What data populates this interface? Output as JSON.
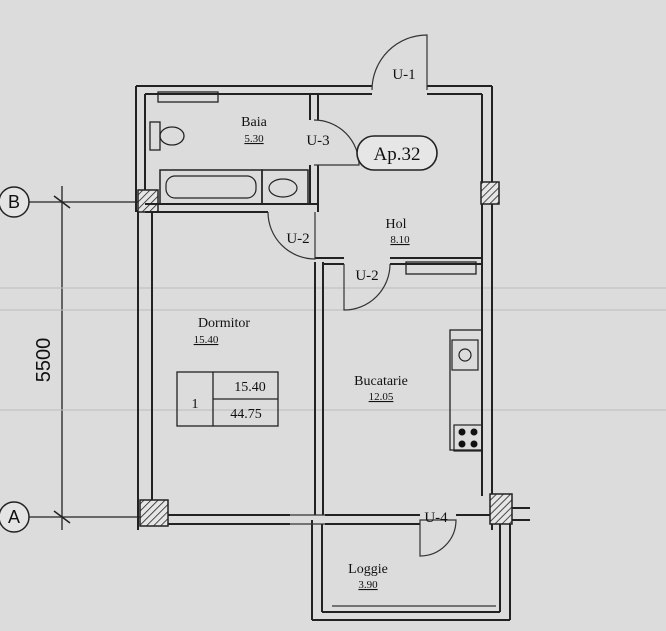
{
  "apartment": {
    "label": "Ap.32"
  },
  "rooms": {
    "baia": {
      "name": "Baia",
      "area": "5.30"
    },
    "hol": {
      "name": "Hol",
      "area": "8.10"
    },
    "dormitor": {
      "name": "Dormitor",
      "area": "15.40"
    },
    "bucatarie": {
      "name": "Bucatarie",
      "area": "12.05"
    },
    "loggie": {
      "name": "Loggie",
      "area": "3.90"
    }
  },
  "doors": {
    "u1": "U-1",
    "u3": "U-3",
    "u2_hol": "U-2",
    "u2_kitchen": "U-2",
    "u4": "U-4"
  },
  "axes": {
    "b": "B",
    "a": "A"
  },
  "dimension": {
    "value": "5500"
  },
  "summary_table": {
    "rooms": "1",
    "living_area": "15.40",
    "total_area": "44.75"
  }
}
